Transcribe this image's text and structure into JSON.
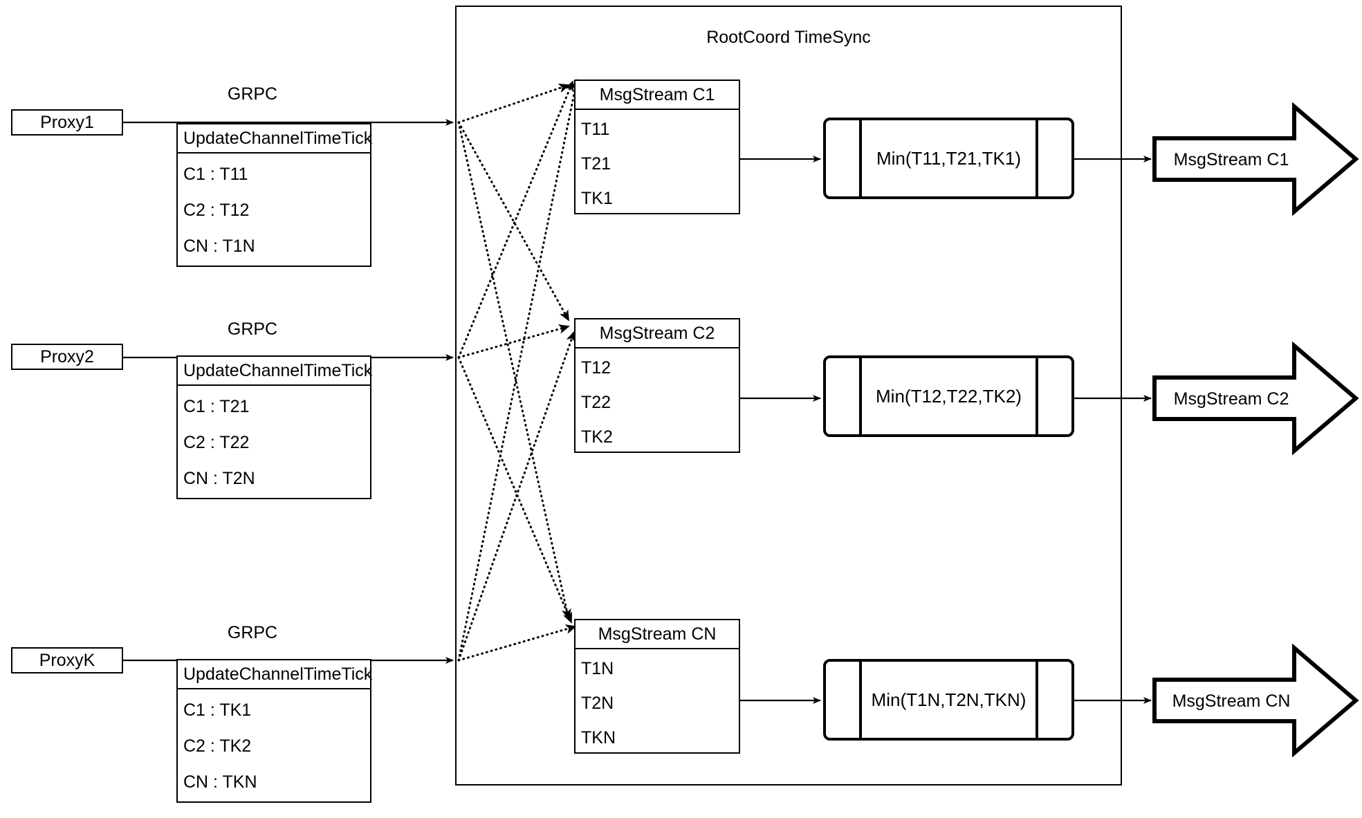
{
  "diagram": {
    "title": "RootCoord TimeSync",
    "container": {
      "label": "RootCoord TimeSync"
    },
    "proxies": [
      {
        "name": "Proxy1",
        "link_label": "GRPC",
        "request": {
          "title": "UpdateChannelTimeTick",
          "rows": [
            "C1 :  T11",
            "C2 :  T12",
            "CN : T1N"
          ]
        }
      },
      {
        "name": "Proxy2",
        "link_label": "GRPC",
        "request": {
          "title": "UpdateChannelTimeTick",
          "rows": [
            "C1 :  T21",
            "C2 :  T22",
            "CN : T2N"
          ]
        }
      },
      {
        "name": "ProxyK",
        "link_label": "GRPC",
        "request": {
          "title": "UpdateChannelTimeTick",
          "rows": [
            "C1 :  TK1",
            "C2 :  TK2",
            "CN : TKN"
          ]
        }
      }
    ],
    "channels": [
      {
        "stream": {
          "title": "MsgStream C1",
          "rows": [
            "T11",
            "T21",
            "TK1"
          ]
        },
        "process": {
          "label": "Min(T11,T21,TK1)"
        },
        "output": {
          "label": "MsgStream C1"
        }
      },
      {
        "stream": {
          "title": "MsgStream C2",
          "rows": [
            "T12",
            "T22",
            "TK2"
          ]
        },
        "process": {
          "label": "Min(T12,T22,TK2)"
        },
        "output": {
          "label": "MsgStream C2"
        }
      },
      {
        "stream": {
          "title": "MsgStream CN",
          "rows": [
            "T1N",
            "T2N",
            "TKN"
          ]
        },
        "process": {
          "label": "Min(T1N,T2N,TKN)"
        },
        "output": {
          "label": "MsgStream CN"
        }
      }
    ],
    "colors": {
      "stroke": "#000000",
      "background": "#ffffff"
    }
  }
}
